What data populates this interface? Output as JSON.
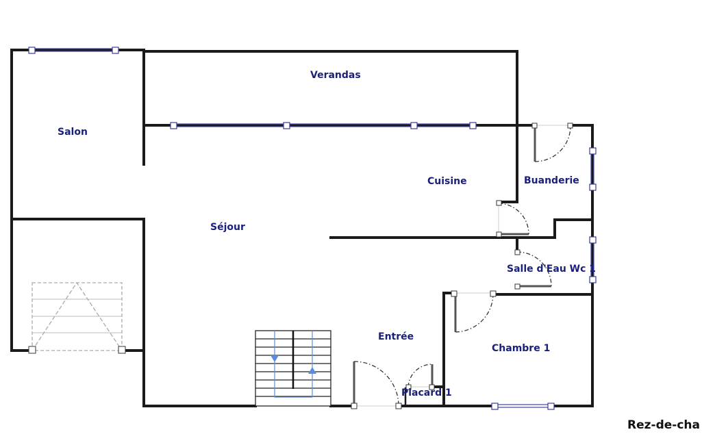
{
  "rooms": {
    "verandas": "Verandas",
    "salon": "Salon",
    "sejour": "Séjour",
    "cuisine": "Cuisine",
    "buanderie": "Buanderie",
    "salle_eau": "Salle d'Eau Wc 1",
    "entree": "Entrée",
    "chambre": "Chambre 1",
    "placard": "Placard 1"
  },
  "floor_label": "Rez-de-cha",
  "colors": {
    "label": "#1a1f7a",
    "window": "#4a4aa8",
    "stair_arrow": "#5a8de0"
  }
}
